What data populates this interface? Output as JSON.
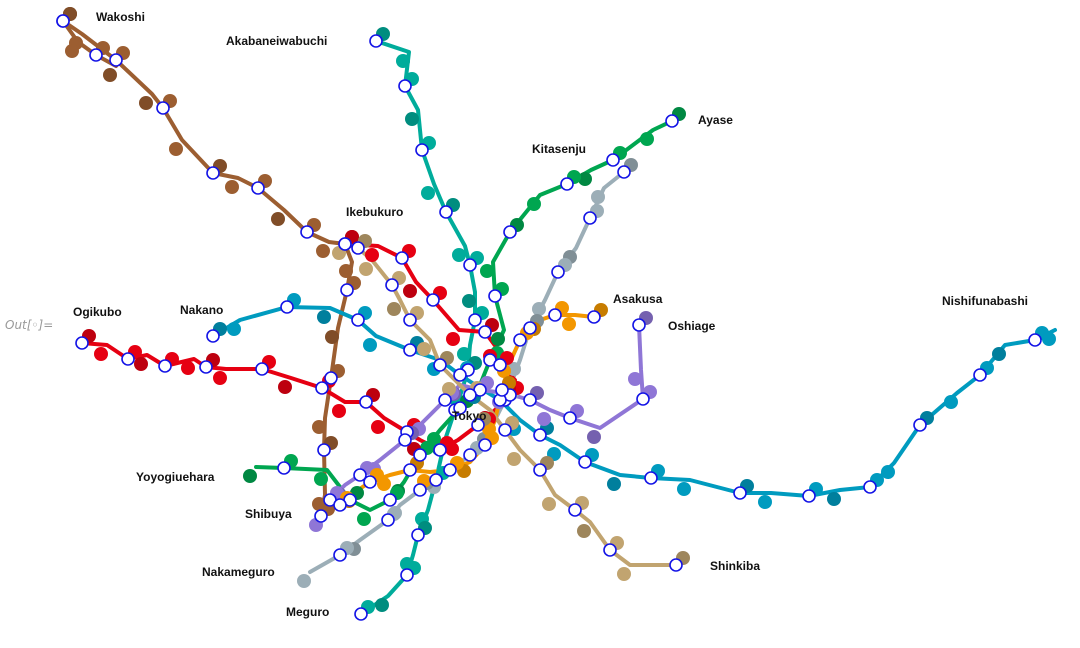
{
  "notebook": {
    "out_label": "Out[◦]="
  },
  "colors": {
    "ginza": "#F39700",
    "marunouchi": "#E60012",
    "hibiya": "#9CAEB7",
    "tozai": "#009BBF",
    "chiyoda": "#00A650",
    "yurakucho": "#C1A470",
    "hanzomon": "#8F76D6",
    "namboku": "#00AC9B",
    "fukutoshin": "#9C5E31",
    "node_fill": "#ffffff",
    "node_stroke": "#1414e6"
  },
  "stations": {
    "wakoshi": "Wakoshi",
    "akabaneiwabuchi": "Akabaneiwabuchi",
    "ayase": "Ayase",
    "kitasenju": "Kitasenju",
    "ikebukuro": "Ikebukuro",
    "asakusa": "Asakusa",
    "oshiage": "Oshiage",
    "nishifunabashi": "Nishifunabashi",
    "ogikubo": "Ogikubo",
    "nakano": "Nakano",
    "tokyo": "Tokyo",
    "yoyogiuehara": "Yoyogiuehara",
    "shibuya": "Shibuya",
    "nakameguro": "Nakameguro",
    "meguro": "Meguro",
    "shinkiba": "Shinkiba"
  }
}
